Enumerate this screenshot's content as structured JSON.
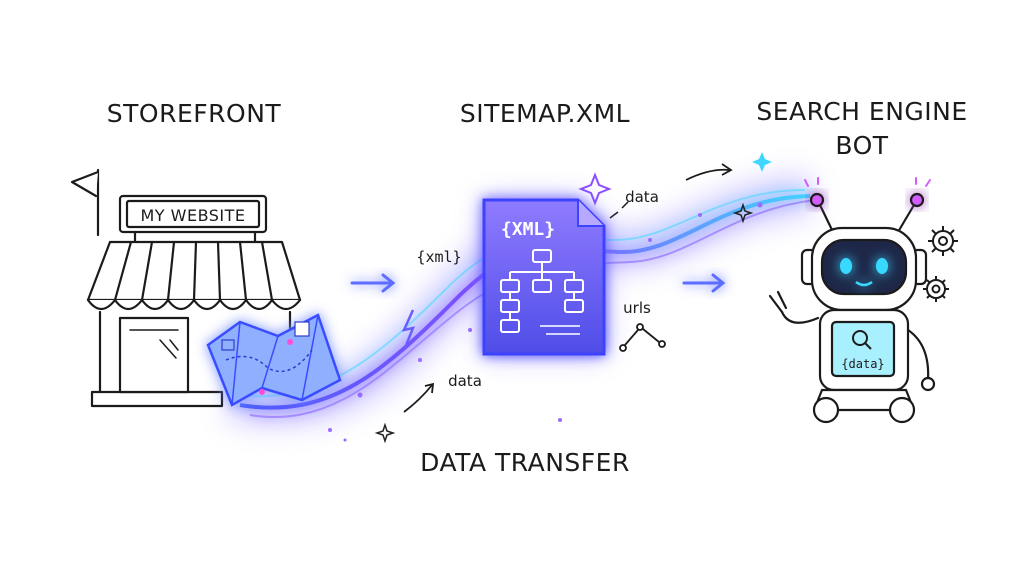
{
  "labels": {
    "storefront": "STOREFRONT",
    "sitemap": "SITEMAP.XML",
    "bot_line1": "SEARCH ENGINE",
    "bot_line2": "BOT",
    "transfer": "DATA TRANSFER"
  },
  "storefront": {
    "sign": "MY WEBSITE"
  },
  "sitemap_doc": {
    "title": "{XML}"
  },
  "robot": {
    "screen_text": "{data}"
  },
  "annotations": {
    "xml_tag": "{xml}",
    "data_top": "data",
    "data_bottom": "data",
    "urls": "urls"
  },
  "colors": {
    "glow": "#6a5cff",
    "glow_violet": "#b14dff",
    "glow_cyan": "#3fd7ff",
    "ink": "#1b1b1b",
    "arrow": "#5b6dff",
    "robot_eye": "#39d9ff"
  }
}
